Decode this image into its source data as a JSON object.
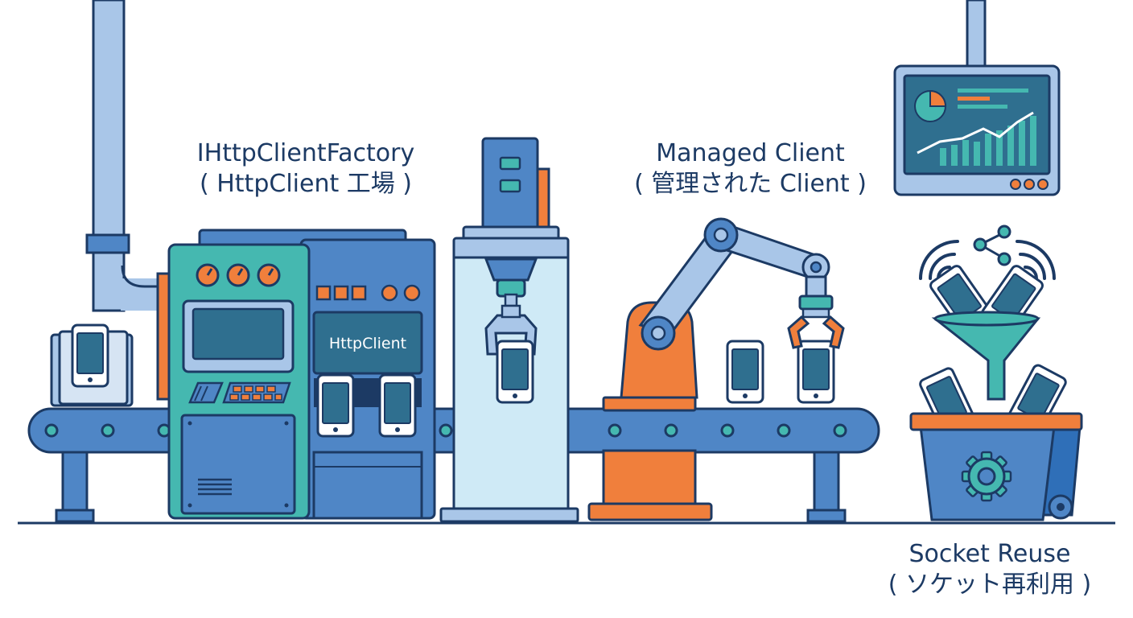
{
  "labels": {
    "factory": {
      "title": "IHttpClientFactory",
      "subtitle": "( HttpClient 工場 )"
    },
    "managed": {
      "title": "Managed Client",
      "subtitle": "( 管理された Client )"
    },
    "socket": {
      "title": "Socket Reuse",
      "subtitle": "( ソケット再利用 )"
    }
  },
  "machine": {
    "screen_text": "HttpClient"
  },
  "colors": {
    "outline": "#1c3a64",
    "blue": "#4f86c6",
    "light_blue": "#a9c6e8",
    "teal": "#45b8b0",
    "orange": "#f07f3c",
    "screen": "#2f6f8f"
  }
}
